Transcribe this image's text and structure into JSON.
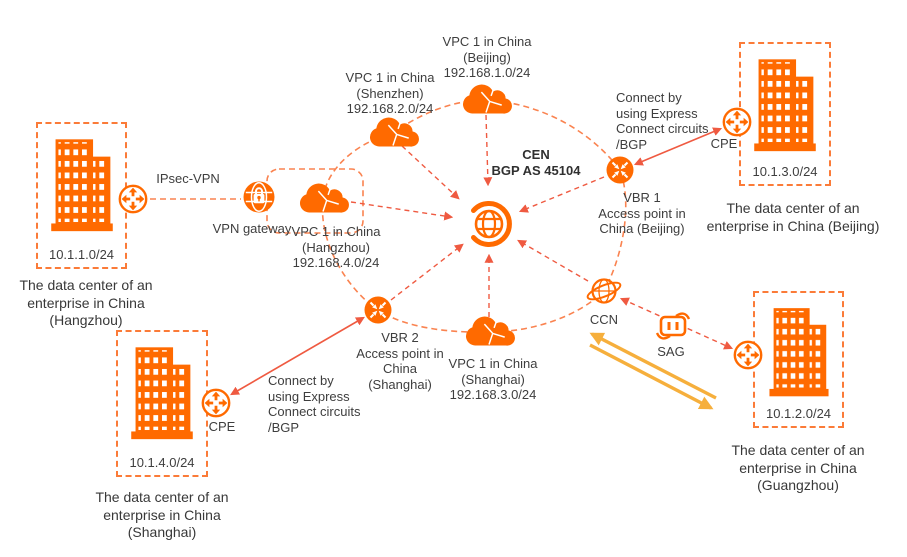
{
  "colors": {
    "brand_orange": "#FF6A00",
    "dashed_ring_orange": "#FA8350",
    "dc_border_orange": "#FB7B38",
    "arrow_red": "#EF5A41",
    "arrow_yellow": "#F6AF3C",
    "text": "#3E3E3E"
  },
  "cen": {
    "label": "CEN\nBGP AS 45104"
  },
  "vpc": {
    "beijing": "VPC 1 in China\n(Beijing)\n192.168.1.0/24",
    "shenzhen": "VPC 1 in China\n(Shenzhen)\n192.168.2.0/24",
    "hangzhou": "VPC 1 in China\n(Hangzhou)\n192.168.4.0/24",
    "shanghai": "VPC 1 in China\n(Shanghai)\n192.168.3.0/24"
  },
  "vbr": {
    "vbr1": "VBR 1\nAccess point in\nChina (Beijing)",
    "vbr2": "VBR 2\nAccess point in\nChina\n(Shanghai)"
  },
  "labels": {
    "ccn": "CCN",
    "sag": "SAG",
    "vpn_gateway": "VPN gateway",
    "ipsec": "IPsec-VPN",
    "express_top": "Connect by\nusing Express\nConnect circuits\n/BGP",
    "express_bottom": "Connect by\nusing Express\nConnect circuits\n/BGP",
    "cpe_beijing": "CPE",
    "cpe_shanghai": "CPE"
  },
  "dc": {
    "hangzhou": {
      "cidr": "10.1.1.0/24",
      "caption": "The data center of an\nenterprise in China\n(Hangzhou)"
    },
    "beijing": {
      "cidr": "10.1.3.0/24",
      "caption": "The data center of an\nenterprise in China (Beijing)"
    },
    "shanghai": {
      "cidr": "10.1.4.0/24",
      "caption": "The data center of an\nenterprise in China\n(Shanghai)"
    },
    "guangzhou": {
      "cidr": "10.1.2.0/24",
      "caption": "The data center of an\nenterprise in China\n(Guangzhou)"
    }
  }
}
